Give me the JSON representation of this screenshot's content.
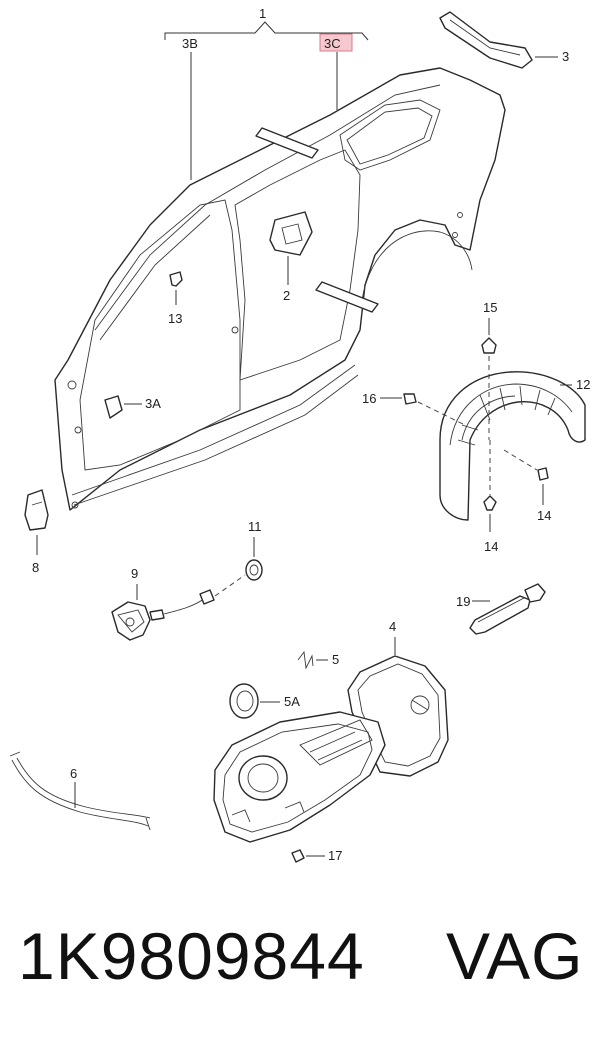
{
  "labels": {
    "l1": "1",
    "l3b": "3B",
    "l3c": "3C",
    "l3": "3",
    "l2": "2",
    "l13": "13",
    "l3a": "3A",
    "l15": "15",
    "l12": "12",
    "l16": "16",
    "l14a": "14",
    "l14b": "14",
    "l8": "8",
    "l11": "11",
    "l9": "9",
    "l19": "19",
    "l4": "4",
    "l5": "5",
    "l5a": "5A",
    "l6": "6",
    "l17": "17"
  },
  "caption": {
    "part_number": "1K9809844",
    "brand": "VAG"
  },
  "colors": {
    "highlight_fill": "#f6c9cf",
    "highlight_stroke": "#d77b8a",
    "line": "#2a2a2a"
  }
}
